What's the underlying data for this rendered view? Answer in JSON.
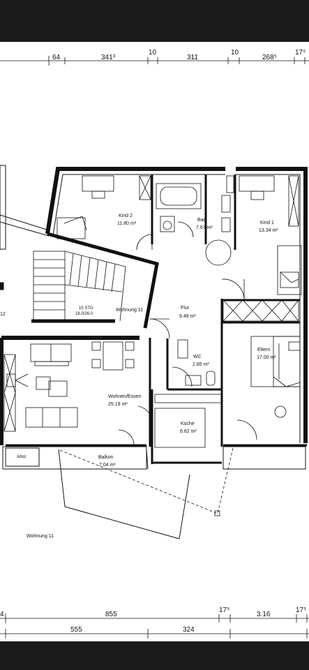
{
  "dimensions_top": {
    "d1": "64",
    "d2": "341³",
    "d3": "10",
    "d4": "311",
    "d5": "10",
    "d6": "268⁵",
    "d7": "17⁵"
  },
  "dimensions_bottom_row1": {
    "d1": "4",
    "d2": "855",
    "d3": "17⁵",
    "d4": "3.16",
    "d5": "17⁵"
  },
  "dimensions_bottom_row2": {
    "d1": "555",
    "d2": "324"
  },
  "rooms": {
    "kind2": {
      "name": "Kind 2",
      "area": "11.80 m²"
    },
    "bad": {
      "name": "Bad",
      "area": "7.67 m²"
    },
    "kind1": {
      "name": "Kind 1",
      "area": "13.34 m²"
    },
    "stair": {
      "name": "15 STG",
      "detail": "18.0/26.0"
    },
    "wohnung_inner": {
      "name": "Wohnung 11"
    },
    "flur": {
      "name": "Flur",
      "area": "9.48 m²"
    },
    "wc": {
      "name": "WC",
      "area": "2.85 m²"
    },
    "eltern": {
      "name": "Eltern",
      "area": "17.00 m²"
    },
    "wohnen": {
      "name": "Wohnen/Essen",
      "area": "25.19 m²"
    },
    "kueche": {
      "name": "Küche",
      "area": "6.62 m²"
    },
    "balkon": {
      "name": "Balkon",
      "area": "7.04 m²"
    },
    "abst": {
      "name": "Abst."
    },
    "wohnung_outer": {
      "name": "Wohnung 11"
    },
    "left_edge": {
      "name": "12"
    }
  }
}
